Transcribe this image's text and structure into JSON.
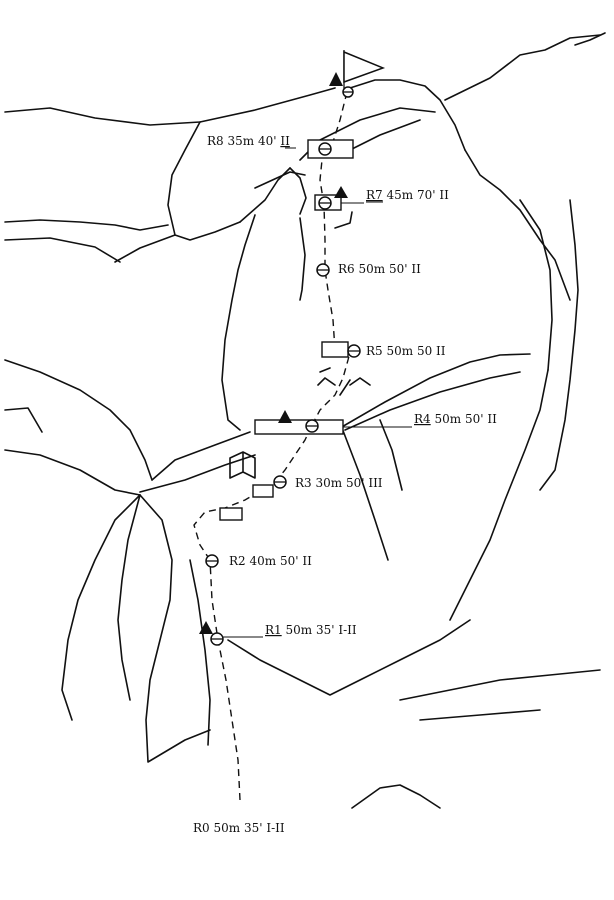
{
  "pitches": [
    {
      "id": "R0",
      "length": "50m",
      "angle": "35'",
      "grade": "I-II"
    },
    {
      "id": "R1",
      "length": "50m",
      "angle": "35'",
      "grade": "I-II"
    },
    {
      "id": "R2",
      "length": "40m",
      "angle": "50'",
      "grade": "II"
    },
    {
      "id": "R3",
      "length": "30m",
      "angle": "50'",
      "grade": "III"
    },
    {
      "id": "R4",
      "length": "50m",
      "angle": "50'",
      "grade": "II"
    },
    {
      "id": "R5",
      "length": "50m",
      "angle": "50",
      "grade": "II"
    },
    {
      "id": "R6",
      "length": "50m",
      "angle": "50'",
      "grade": "II"
    },
    {
      "id": "R7",
      "length": "45m",
      "angle": "70'",
      "grade": "II"
    },
    {
      "id": "R8",
      "length": "35m",
      "angle": "40'",
      "grade": "II"
    }
  ],
  "labels": {
    "r0": "R0 50m 35' I-II",
    "r1_id": "R1",
    "r1_rest": " 50m 35' I-II",
    "r2": "R2 40m 50' II",
    "r3": "R3 30m 50' III",
    "r4_id": "R4",
    "r4_rest": " 50m 50' II",
    "r5": "R5 50m 50  II",
    "r6": "R6 50m 50' II",
    "r7_id": "R7",
    "r7_rest": " 45m 70' II",
    "r8_prefix": "R8 35m 40' ",
    "r8_grade": "II"
  },
  "icons": {
    "summit": "summit-flag-icon",
    "belay": "belay-anchor-icon",
    "bivouac": "bivouac-triangle-icon",
    "ledge": "ledge-box-icon"
  }
}
